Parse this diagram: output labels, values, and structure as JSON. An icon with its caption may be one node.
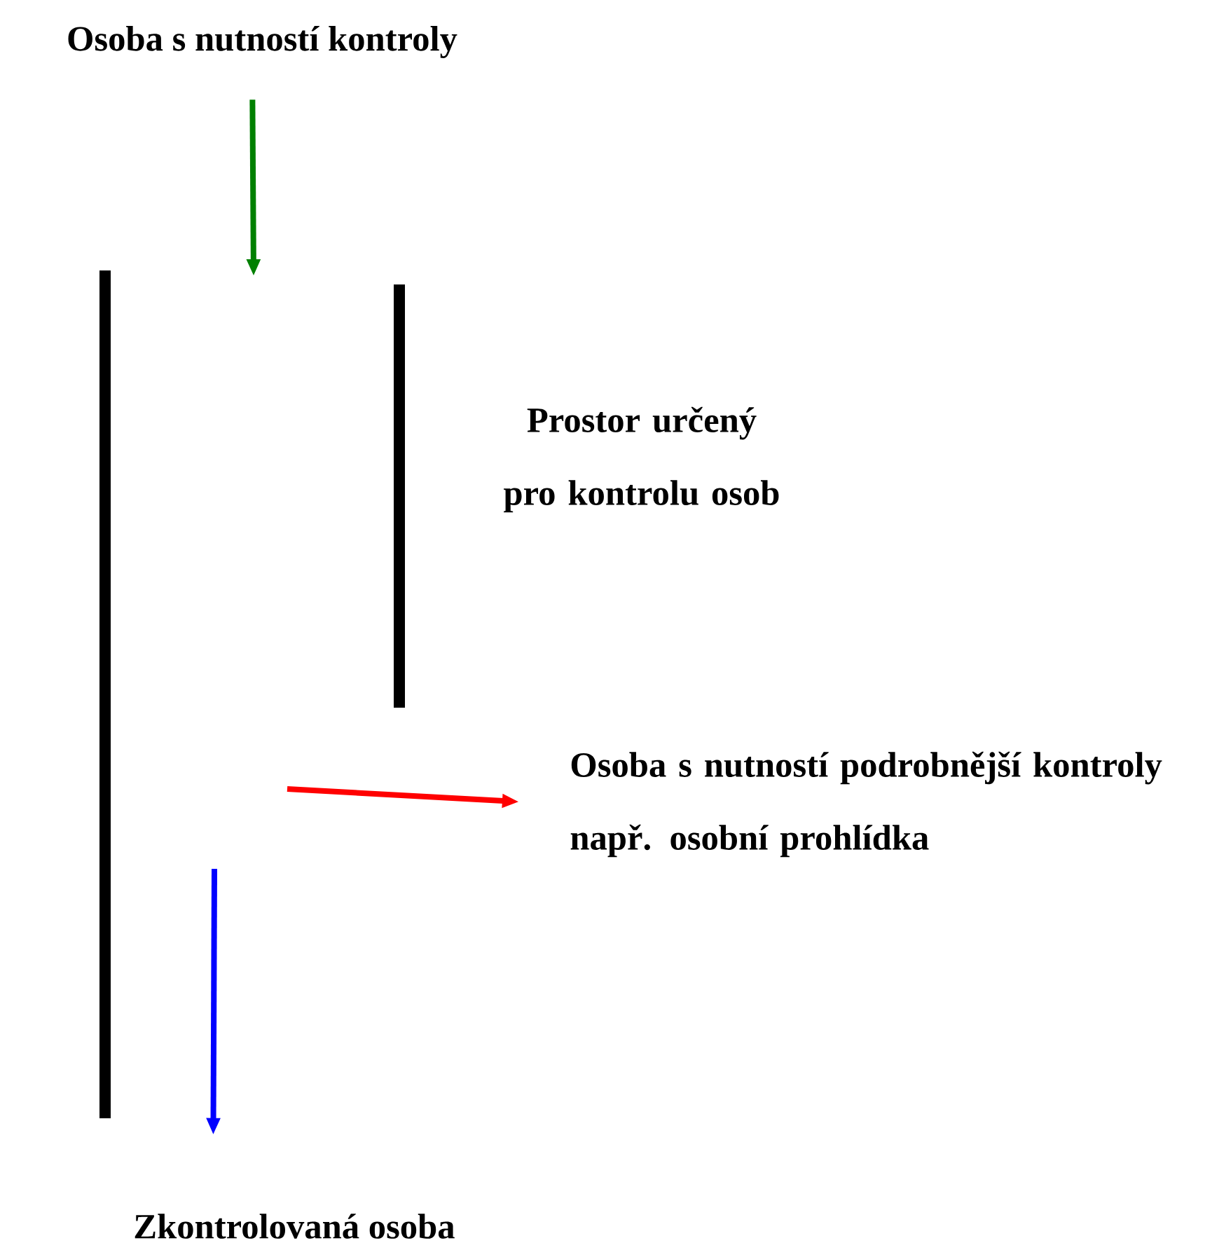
{
  "diagram": {
    "nodes": [
      {
        "text": [
          "Osoba s nutností kontroly"
        ]
      },
      {
        "text": [
          "Osoba s nutností podrobnější kontroly např. osobní prohlídka"
        ]
      },
      {
        "text": [
          "Zkontrolovaná osoba"
        ]
      }
    ],
    "edges": [
      {
        "from": 0,
        "to": null,
        "arrow": "to",
        "color": "#008000"
      },
      {
        "from": null,
        "to": 1,
        "arrow": "to",
        "color": "#ff0000"
      },
      {
        "from": null,
        "to": 2,
        "arrow": "to",
        "color": "#0000ff"
      }
    ],
    "labels": [
      "Prostor určený pro kontrolu osob"
    ]
  }
}
